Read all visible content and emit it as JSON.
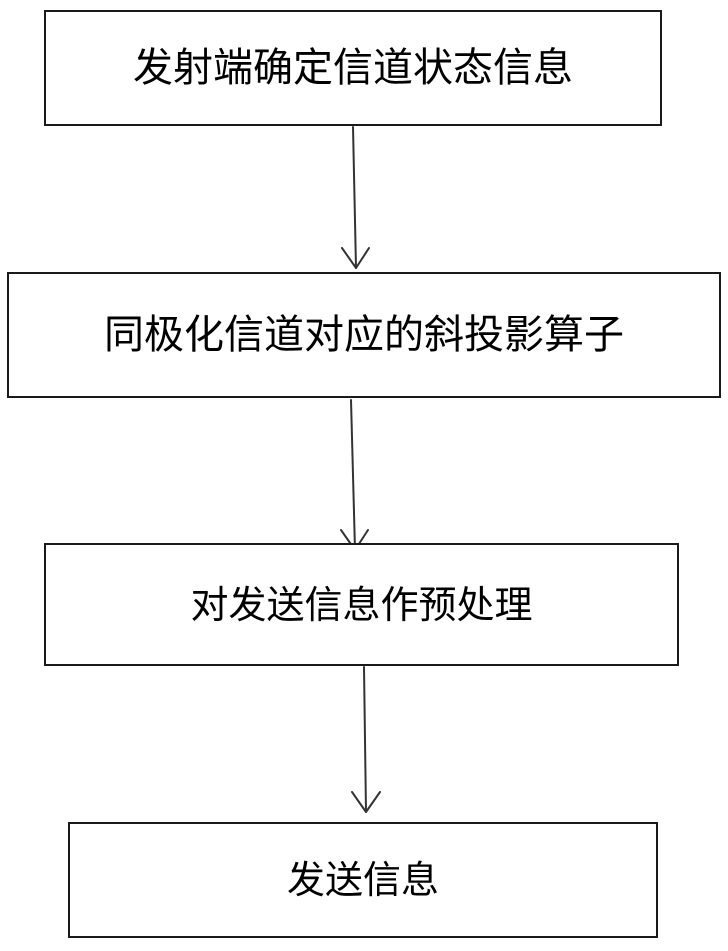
{
  "flowchart": {
    "steps": [
      {
        "label": "发射端确定信道状态信息"
      },
      {
        "label": "同极化信道对应的斜投影算子"
      },
      {
        "label": "对发送信息作预处理"
      },
      {
        "label": "发送信息"
      }
    ]
  },
  "colors": {
    "border": "#1a1a1a",
    "arrow": "#333333",
    "background": "#ffffff"
  }
}
